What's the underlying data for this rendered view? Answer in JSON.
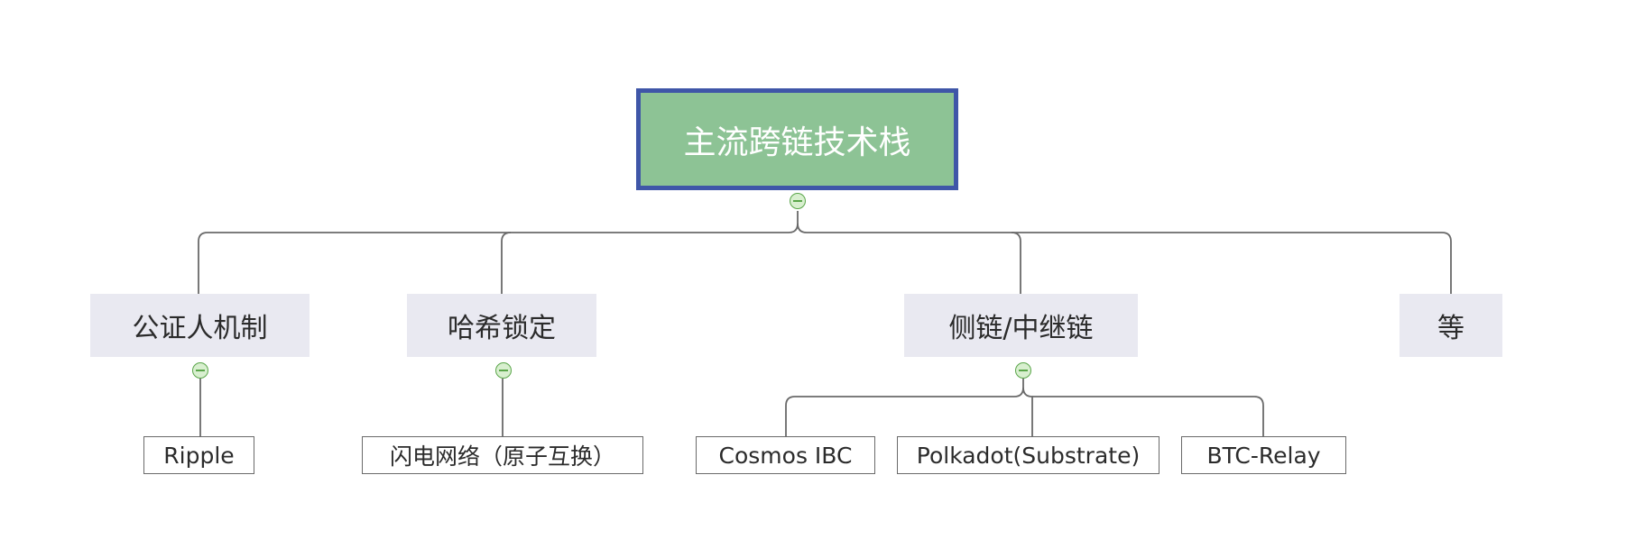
{
  "root": {
    "label": "主流跨链技术栈"
  },
  "categories": [
    {
      "label": "公证人机制"
    },
    {
      "label": "哈希锁定"
    },
    {
      "label": "侧链/中继链"
    },
    {
      "label": "等"
    }
  ],
  "leaves": [
    {
      "label": "Ripple"
    },
    {
      "label": "闪电网络（原子互换）"
    },
    {
      "label": "Cosmos IBC"
    },
    {
      "label": "Polkadot(Substrate)"
    },
    {
      "label": "BTC-Relay"
    }
  ],
  "colors": {
    "root_fill": "#8dc395",
    "root_border": "#3f56a8",
    "category_fill": "#e9e9f1",
    "connector": "#6a6a6a",
    "toggle": "#5aa64a"
  }
}
